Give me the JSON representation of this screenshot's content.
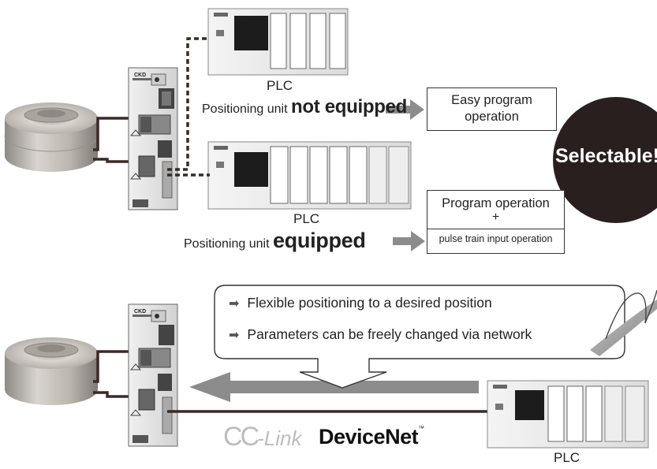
{
  "top": {
    "plc1_label": "PLC",
    "plc2_label": "PLC",
    "not_equipped_prefix": "Positioning unit",
    "not_equipped_emph": "not equipped",
    "equipped_prefix": "Positioning unit",
    "equipped_emph": "equipped",
    "box1_line1": "Easy program",
    "box1_line2": "operation",
    "box2_line1": "Program operation",
    "box2_line2": "+",
    "box2_line3": "pulse train input operation",
    "badge": "Selectable!"
  },
  "bottom": {
    "feature1": "Flexible positioning to a desired position",
    "feature2": "Parameters can be freely changed via network",
    "plc_label": "PLC",
    "cclink_a": "CC",
    "cclink_b": "-Link",
    "devicenet": "DeviceNet",
    "devicenet_tm": "™"
  },
  "driver_brand": "CKD",
  "colors": {
    "arrow_gray": "#8c8c8c",
    "badge_dark": "#2a1f1f",
    "cable_dark": "#3a2a26",
    "plc_body": "#ececec",
    "plc_screen": "#1c1c1c"
  }
}
